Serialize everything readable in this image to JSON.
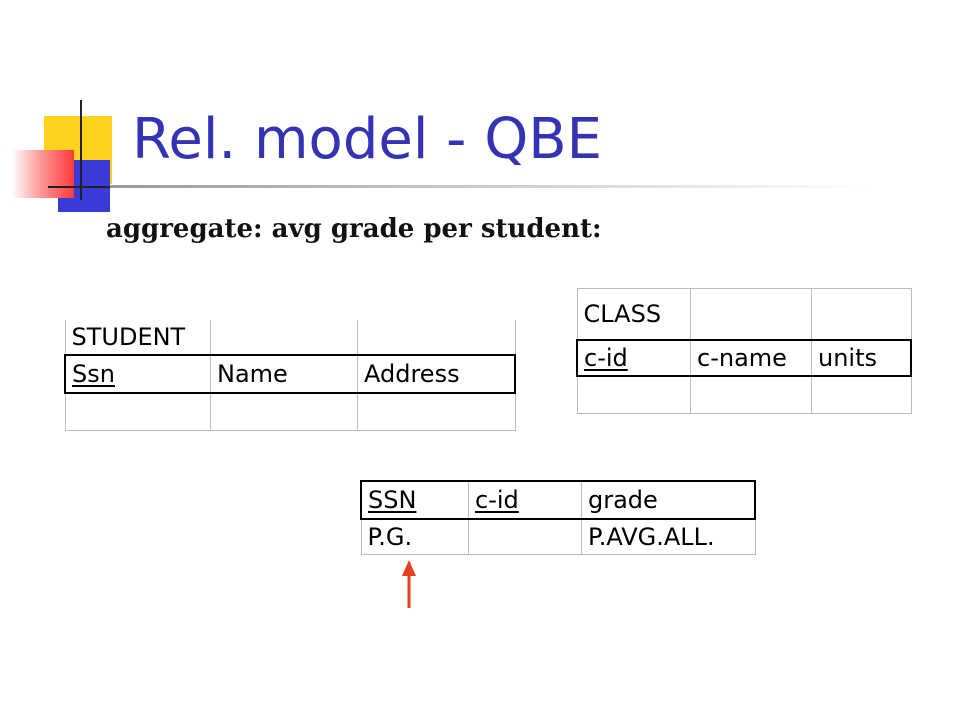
{
  "slide": {
    "title": "Rel. model - QBE",
    "subtitle": "aggregate: avg grade per student:",
    "accent_color": "#3333b3",
    "arrow_color": "#e8401c"
  },
  "student_table": {
    "name": "STUDENT",
    "columns": [
      "Ssn",
      "Name",
      "Address"
    ],
    "key_columns": [
      "Ssn"
    ],
    "row": [
      "",
      "",
      ""
    ]
  },
  "class_table": {
    "name": "CLASS",
    "columns": [
      "c-id",
      "c-name",
      "units"
    ],
    "key_columns": [
      "c-id"
    ],
    "row": [
      "",
      "",
      ""
    ]
  },
  "takes_table": {
    "columns": [
      "SSN",
      "c-id",
      "grade"
    ],
    "key_columns": [
      "SSN",
      "c-id"
    ],
    "row": [
      "P.G.",
      "",
      "P.AVG.ALL."
    ]
  }
}
